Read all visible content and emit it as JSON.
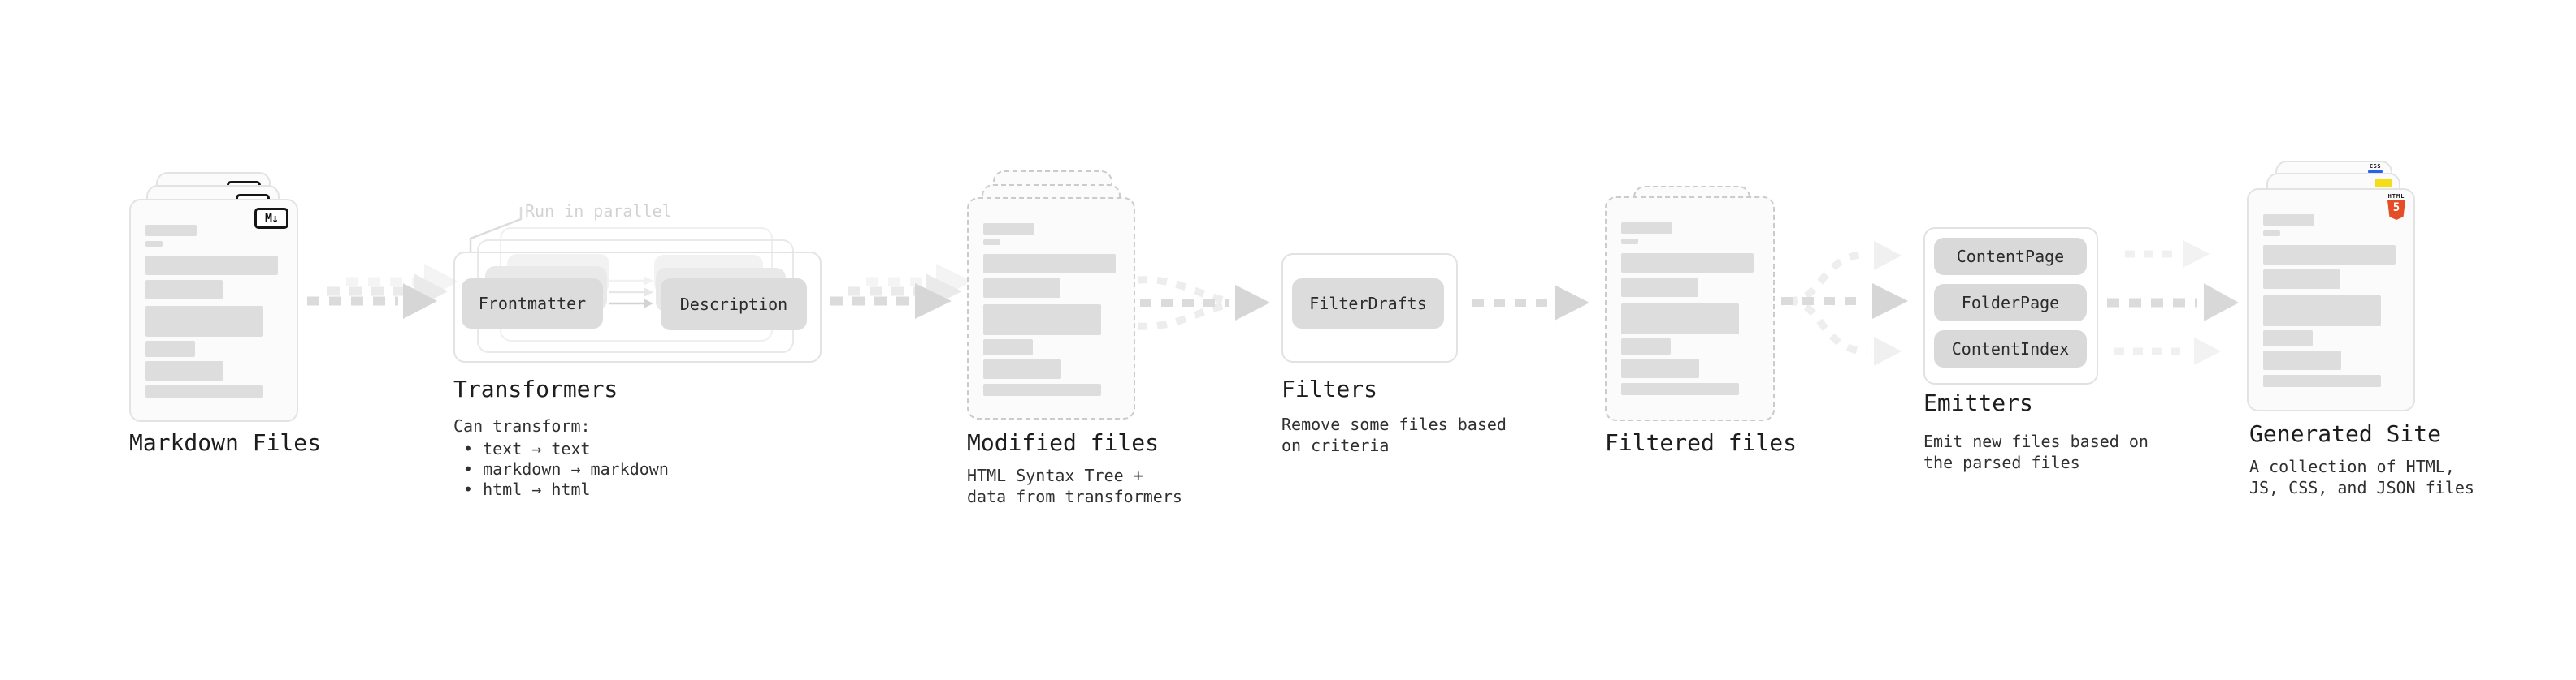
{
  "markdown_files": {
    "label": "Markdown Files",
    "file_icon": "M↓"
  },
  "transformers": {
    "annotation": "Run in parallel",
    "pill_left": "Frontmatter",
    "pill_right": "Description",
    "title": "Transformers",
    "caption_heading": "Can transform:",
    "bullets": [
      "• text → text",
      "• markdown → markdown",
      "• html → html"
    ]
  },
  "modified_files": {
    "label": "Modified files",
    "caption_line1": "HTML Syntax Tree +",
    "caption_line2": "data from transformers"
  },
  "filters": {
    "title": "Filters",
    "pill": "FilterDrafts",
    "caption_line1": "Remove some files based",
    "caption_line2": "on criteria"
  },
  "filtered_files": {
    "label": "Filtered files"
  },
  "emitters": {
    "title": "Emitters",
    "pills": [
      "ContentPage",
      "FolderPage",
      "ContentIndex"
    ],
    "caption_line1": "Emit new files based on",
    "caption_line2": "the parsed files"
  },
  "generated_site": {
    "label": "Generated Site",
    "caption_line1": "A collection of HTML,",
    "caption_line2": "JS, CSS, and JSON files",
    "html5_badge_top": "HTML",
    "html5_badge_number": "5",
    "css_badge": "CSS"
  },
  "colors": {
    "accent_orange": "#e44d26",
    "accent_blue": "#2962ef",
    "accent_yellow": "#f5de19",
    "skeleton_gray": "#dddddd",
    "arrow_gray": "#dbdbdb"
  }
}
